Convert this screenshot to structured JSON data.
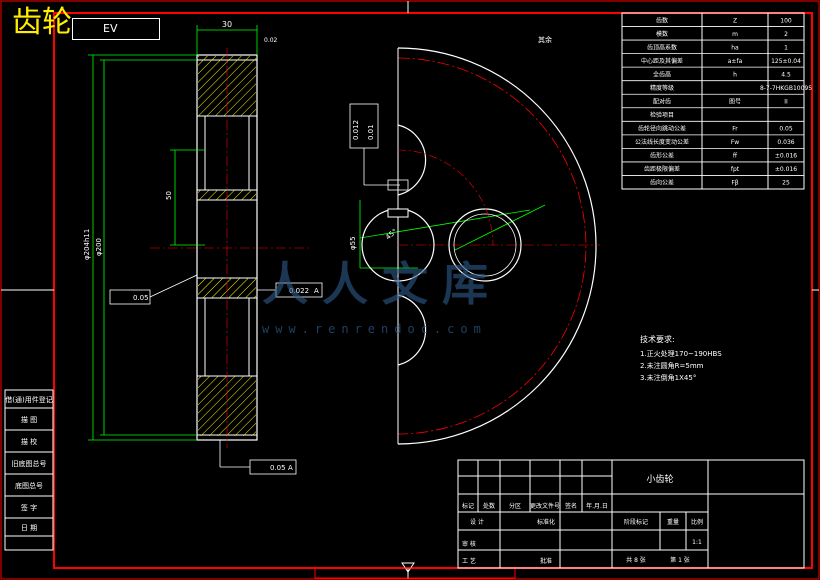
{
  "header": {
    "title": "齿轮",
    "tag": "EV"
  },
  "params_table": [
    {
      "name": "齿数",
      "symbol": "Z",
      "value": "100"
    },
    {
      "name": "模数",
      "symbol": "m",
      "value": "2"
    },
    {
      "name": "齿顶高系数",
      "symbol": "ha",
      "value": "1"
    },
    {
      "name": "中心距及其偏差",
      "symbol": "a±fa",
      "value": "125±0.04"
    },
    {
      "name": "全齿高",
      "symbol": "h",
      "value": "4.5"
    },
    {
      "name": "精度等级",
      "symbol": "",
      "value": "8-7-7HKGB10095"
    },
    {
      "name": "配对齿",
      "symbol": "图号",
      "value": "II"
    },
    {
      "name": "检验项目",
      "symbol": "",
      "value": ""
    },
    {
      "name": "齿轮径向跳动公差",
      "symbol": "Fr",
      "value": "0.05"
    },
    {
      "name": "公法线长度变动公差",
      "symbol": "Fw",
      "value": "0.036"
    },
    {
      "name": "齿形公差",
      "symbol": "ff",
      "value": "±0.016"
    },
    {
      "name": "齿距极限偏差",
      "symbol": "fpt",
      "value": "±0.016"
    },
    {
      "name": "齿向公差",
      "symbol": "Fβ",
      "value": "25"
    }
  ],
  "dimensions": {
    "width": "30",
    "width_tol": "0.02",
    "outer_dia": "φ204h11",
    "ref_dia": "φ200",
    "web": "50",
    "tol_face": "0.05",
    "tol_mid": "0.022",
    "tol_bottom": "0.05",
    "datum": "A",
    "key_tol_1": "0.012",
    "key_tol_2": "0.01",
    "bore_label": "φ55",
    "bore_fit": "45°",
    "chamfer_tag": "其余"
  },
  "tech_req": {
    "title": "技术要求:",
    "items": [
      "1.正火处理170~190HBS",
      "2.未注圆角R=5mm",
      "3.未注倒角1X45°"
    ]
  },
  "left_strip": [
    "借(通)用件登记",
    "描 图",
    "描 校",
    "旧底图总号",
    "底图总号",
    "签 字",
    "日 期"
  ],
  "title_block": {
    "part_name": "小齿轮",
    "row_labels": [
      "标记",
      "处数",
      "分区",
      "更改文件号",
      "签名",
      "年.月.日"
    ],
    "design_label": "设 计",
    "standard_label": "标准化",
    "review_label": "审 核",
    "process_label": "工 艺",
    "approve_label": "批准",
    "stage_label": "阶段标记",
    "weight_label": "重量",
    "scale_label": "比例",
    "scale": "1:1",
    "sheets": "共 8 张",
    "sheet_no": "第 1 张"
  },
  "watermark": {
    "text": "人人文库",
    "url": "www.renrendoc.com"
  },
  "colors": {
    "border": "#ff0000",
    "dim": "#00ff00",
    "outline": "#ffffff",
    "hatch": "#ffff00",
    "accent": "#ffee00"
  }
}
